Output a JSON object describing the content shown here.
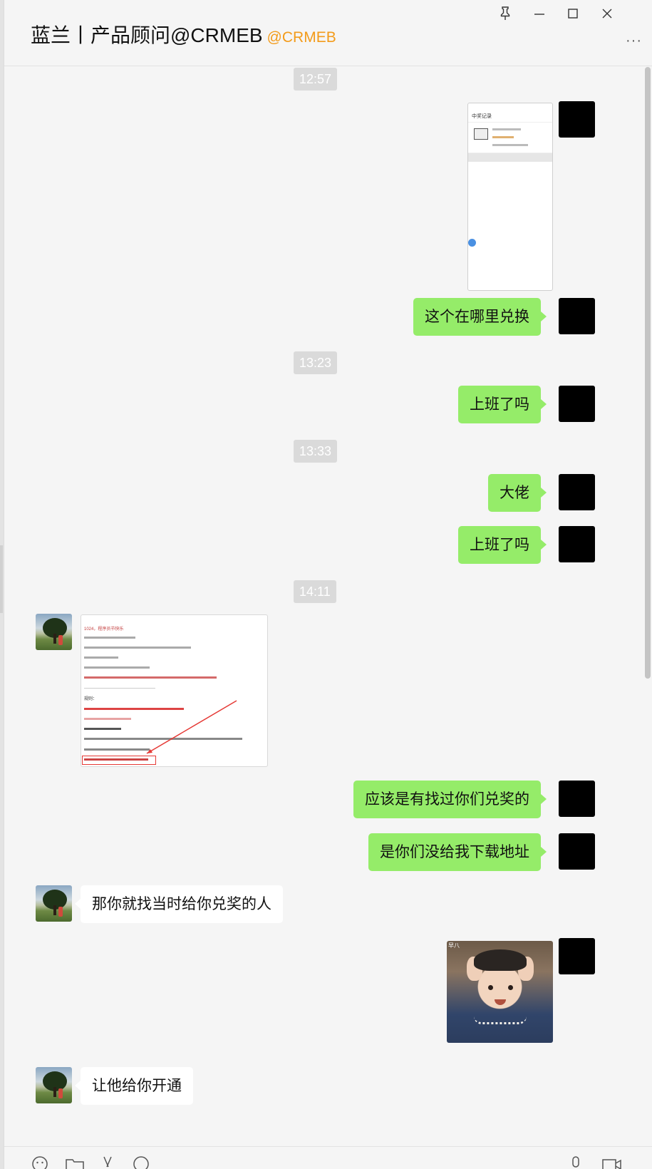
{
  "header": {
    "title": "蓝兰丨产品顾问@CRMEB",
    "tag": "@CRMEB",
    "more_label": "···"
  },
  "colors": {
    "my_bubble": "#95ec69",
    "their_bubble": "#ffffff",
    "tag": "#f39b1a",
    "background": "#f5f5f5"
  },
  "messages": {
    "ts1": "12:57",
    "msg_where": "这个在哪里兑换",
    "ts2": "13:23",
    "msg_work1": "上班了吗",
    "ts3": "13:33",
    "msg_boss": "大佬",
    "msg_work2": "上班了吗",
    "ts4": "14:11",
    "msg_found": "应该是有找过你们兑奖的",
    "msg_nolink": "是你们没给我下载地址",
    "msg_findperson": "那你就找当时给你兑奖的人",
    "msg_open": "让他给你开通"
  },
  "images": {
    "phone_screenshot": {
      "nav_title": "中奖记录"
    },
    "doc_screenshot": {
      "heading": "1024，程序员节快乐",
      "rules_title": "规则："
    },
    "sticker": {
      "corner_label": "早八"
    }
  },
  "toolbar": {
    "icons": [
      "emoji-icon",
      "folder-icon",
      "scissors-icon",
      "chat-history-icon",
      "mic-icon",
      "video-call-icon"
    ]
  }
}
